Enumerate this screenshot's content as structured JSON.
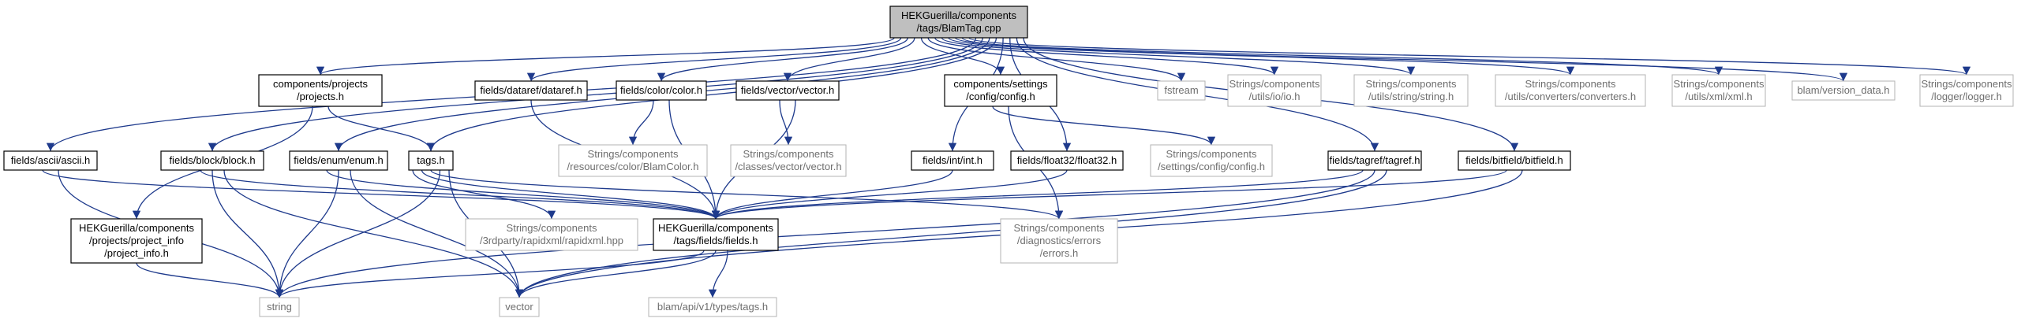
{
  "diagram": {
    "type": "include-dependency-graph",
    "edge_color": "#1e3a8c",
    "root_fill": "#bfbfbf",
    "external_stroke": "#b3b3b3",
    "nodes": [
      {
        "id": "root",
        "lines": [
          "HEKGuerilla/components",
          "/tags/BlamTag.cpp"
        ],
        "kind": "root"
      },
      {
        "id": "projects",
        "lines": [
          "components/projects",
          "/projects.h"
        ],
        "kind": "local"
      },
      {
        "id": "dataref",
        "lines": [
          "fields/dataref/dataref.h"
        ],
        "kind": "local"
      },
      {
        "id": "color",
        "lines": [
          "fields/color/color.h"
        ],
        "kind": "local"
      },
      {
        "id": "vector_h",
        "lines": [
          "fields/vector/vector.h"
        ],
        "kind": "local"
      },
      {
        "id": "settings",
        "lines": [
          "components/settings",
          "/config/config.h"
        ],
        "kind": "local"
      },
      {
        "id": "fstream",
        "lines": [
          "fstream"
        ],
        "kind": "ext"
      },
      {
        "id": "io",
        "lines": [
          "Strings/components",
          "/utils/io/io.h"
        ],
        "kind": "ext"
      },
      {
        "id": "string_h",
        "lines": [
          "Strings/components",
          "/utils/string/string.h"
        ],
        "kind": "ext"
      },
      {
        "id": "converters",
        "lines": [
          "Strings/components",
          "/utils/converters/converters.h"
        ],
        "kind": "ext"
      },
      {
        "id": "xml",
        "lines": [
          "Strings/components",
          "/utils/xml/xml.h"
        ],
        "kind": "ext"
      },
      {
        "id": "version",
        "lines": [
          "blam/version_data.h"
        ],
        "kind": "ext"
      },
      {
        "id": "logger",
        "lines": [
          "Strings/components",
          "/logger/logger.h"
        ],
        "kind": "ext"
      },
      {
        "id": "ascii",
        "lines": [
          "fields/ascii/ascii.h"
        ],
        "kind": "local"
      },
      {
        "id": "block",
        "lines": [
          "fields/block/block.h"
        ],
        "kind": "local"
      },
      {
        "id": "enum",
        "lines": [
          "fields/enum/enum.h"
        ],
        "kind": "local"
      },
      {
        "id": "tags",
        "lines": [
          "tags.h"
        ],
        "kind": "local"
      },
      {
        "id": "blamcolor",
        "lines": [
          "Strings/components",
          "/resources/color/BlamColor.h"
        ],
        "kind": "ext"
      },
      {
        "id": "classvector",
        "lines": [
          "Strings/components",
          "/classes/vector/vector.h"
        ],
        "kind": "ext"
      },
      {
        "id": "int",
        "lines": [
          "fields/int/int.h"
        ],
        "kind": "local"
      },
      {
        "id": "float32",
        "lines": [
          "fields/float32/float32.h"
        ],
        "kind": "local"
      },
      {
        "id": "strconfig",
        "lines": [
          "Strings/components",
          "/settings/config/config.h"
        ],
        "kind": "ext"
      },
      {
        "id": "tagref",
        "lines": [
          "fields/tagref/tagref.h"
        ],
        "kind": "local"
      },
      {
        "id": "bitfield",
        "lines": [
          "fields/bitfield/bitfield.h"
        ],
        "kind": "local"
      },
      {
        "id": "projinfo",
        "lines": [
          "HEKGuerilla/components",
          "/projects/project_info",
          "/project_info.h"
        ],
        "kind": "local"
      },
      {
        "id": "rapidxml",
        "lines": [
          "Strings/components",
          "/3rdparty/rapidxml/rapidxml.hpp"
        ],
        "kind": "ext"
      },
      {
        "id": "fields",
        "lines": [
          "HEKGuerilla/components",
          "/tags/fields/fields.h"
        ],
        "kind": "local"
      },
      {
        "id": "errors",
        "lines": [
          "Strings/components",
          "/diagnostics/errors",
          "/errors.h"
        ],
        "kind": "ext"
      },
      {
        "id": "string",
        "lines": [
          "string"
        ],
        "kind": "ext"
      },
      {
        "id": "vector",
        "lines": [
          "vector"
        ],
        "kind": "ext"
      },
      {
        "id": "blamtags",
        "lines": [
          "blam/api/v1/types/tags.h"
        ],
        "kind": "ext"
      }
    ],
    "edges": [
      [
        "root",
        "projects"
      ],
      [
        "root",
        "dataref"
      ],
      [
        "root",
        "color"
      ],
      [
        "root",
        "vector_h"
      ],
      [
        "root",
        "settings"
      ],
      [
        "root",
        "fstream"
      ],
      [
        "root",
        "io"
      ],
      [
        "root",
        "string_h"
      ],
      [
        "root",
        "converters"
      ],
      [
        "root",
        "xml"
      ],
      [
        "root",
        "version"
      ],
      [
        "root",
        "logger"
      ],
      [
        "root",
        "ascii"
      ],
      [
        "root",
        "block"
      ],
      [
        "root",
        "enum"
      ],
      [
        "root",
        "tags"
      ],
      [
        "root",
        "int"
      ],
      [
        "root",
        "float32"
      ],
      [
        "root",
        "tagref"
      ],
      [
        "root",
        "bitfield"
      ],
      [
        "projects",
        "projinfo"
      ],
      [
        "projects",
        "tags"
      ],
      [
        "dataref",
        "fields"
      ],
      [
        "color",
        "blamcolor"
      ],
      [
        "color",
        "fields"
      ],
      [
        "vector_h",
        "classvector"
      ],
      [
        "vector_h",
        "fields"
      ],
      [
        "settings",
        "strconfig"
      ],
      [
        "settings",
        "errors"
      ],
      [
        "ascii",
        "fields"
      ],
      [
        "ascii",
        "string"
      ],
      [
        "block",
        "fields"
      ],
      [
        "block",
        "string"
      ],
      [
        "block",
        "vector"
      ],
      [
        "enum",
        "fields"
      ],
      [
        "enum",
        "string"
      ],
      [
        "enum",
        "vector"
      ],
      [
        "tags",
        "rapidxml"
      ],
      [
        "tags",
        "fields"
      ],
      [
        "tags",
        "errors"
      ],
      [
        "tags",
        "string"
      ],
      [
        "tags",
        "vector"
      ],
      [
        "int",
        "fields"
      ],
      [
        "float32",
        "fields"
      ],
      [
        "tagref",
        "fields"
      ],
      [
        "tagref",
        "string"
      ],
      [
        "tagref",
        "vector"
      ],
      [
        "bitfield",
        "fields"
      ],
      [
        "bitfield",
        "vector"
      ],
      [
        "projinfo",
        "string"
      ],
      [
        "fields",
        "string"
      ],
      [
        "fields",
        "vector"
      ],
      [
        "fields",
        "blamtags"
      ]
    ]
  }
}
